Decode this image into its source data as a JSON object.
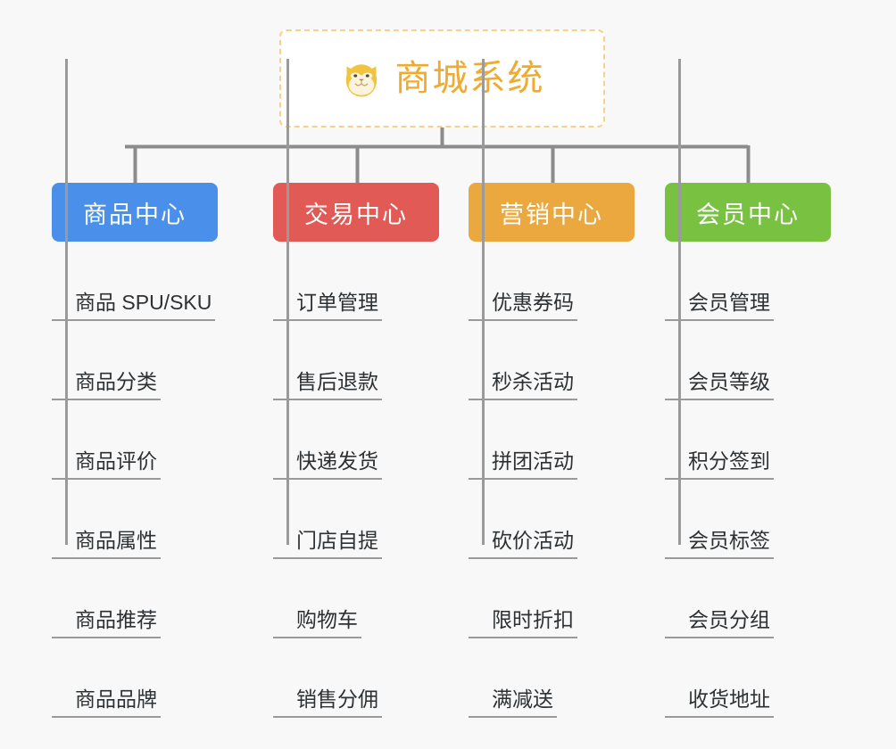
{
  "background_color": "#f8f8f8",
  "root": {
    "title": "商城系统",
    "icon": "shiba-dog-face-icon",
    "text_color": "#f0ab2e",
    "border_color": "#f5d18c"
  },
  "columns": [
    {
      "title": "商品中心",
      "color": "#4a90ea",
      "items": [
        "商品 SPU/SKU",
        "商品分类",
        "商品评价",
        "商品属性",
        "商品推荐",
        "商品品牌"
      ]
    },
    {
      "title": "交易中心",
      "color": "#e15a56",
      "items": [
        "订单管理",
        "售后退款",
        "快递发货",
        "门店自提",
        "购物车",
        "销售分佣"
      ]
    },
    {
      "title": "营销中心",
      "color": "#eaa83f",
      "items": [
        "优惠券码",
        "秒杀活动",
        "拼团活动",
        "砍价活动",
        "限时折扣",
        "满减送"
      ]
    },
    {
      "title": "会员中心",
      "color": "#79c241",
      "items": [
        "会员管理",
        "会员等级",
        "积分签到",
        "会员标签",
        "会员分组",
        "收货地址"
      ]
    }
  ],
  "connector_color": "#8c8c8c"
}
